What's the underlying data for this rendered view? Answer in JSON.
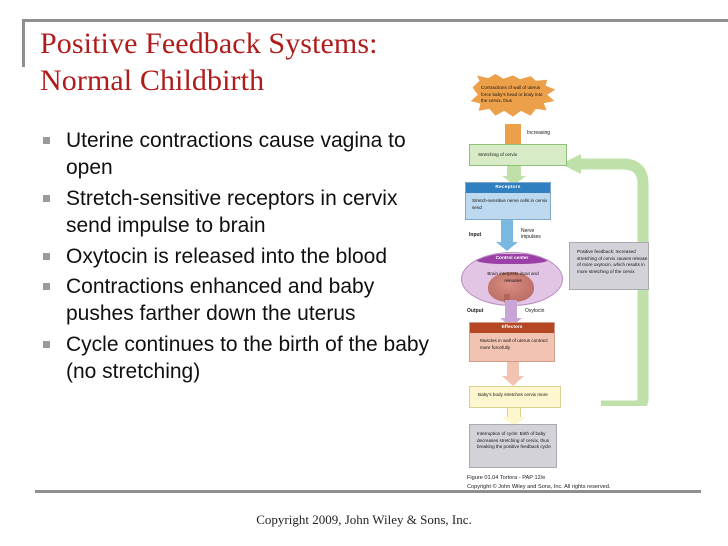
{
  "slide": {
    "title": "Positive Feedback Systems: Normal Childbirth",
    "bullets": [
      "Uterine contractions cause vagina to open",
      "Stretch-sensitive receptors in cervix send impulse to brain",
      "Oxytocin is released into the blood",
      "Contractions enhanced and baby pushes farther down the uterus",
      "Cycle continues to the birth of the baby (no stretching)"
    ],
    "footer": "Copyright 2009, John Wiley & Sons, Inc."
  },
  "colors": {
    "title": "#b01c1c",
    "rule": "#8f8f8f",
    "bullet_marker": "#9a9a9a",
    "burst": "#eda04a",
    "green_box": "#d7ecc6",
    "green_loop": "#bfe0a8",
    "receptor_header": "#2f7fc1",
    "receptor_body": "#bcd9ef",
    "control_header": "#9a3fa6",
    "control_body": "#e2c4e4",
    "effector_header": "#b54724",
    "effector_body": "#f2c3b0",
    "yellow_box": "#fdf6cf",
    "gray_box": "#d2d2d8"
  },
  "diagram": {
    "stimulus_burst": "Contractions of wall of uterus force baby's head or body into the cervix, thus",
    "increasing_label": "Increasing",
    "stretching_box": "Stretching of cervix",
    "receptors": {
      "header": "Receptors",
      "body": "Stretch-sensitive nerve cells in cervix send"
    },
    "input_label": "Input",
    "nerve_impulses_label": "Nerve impulses",
    "control_center": {
      "header": "Control center",
      "body": "Brain interprets input and releases"
    },
    "output_label": "Output",
    "oxytocin_label": "Oxytocin",
    "effectors": {
      "header": "Effectors",
      "body": "Muscles in wall of uterus contract more forcefully"
    },
    "baby_box": "Baby's body stretches cervix more",
    "positive_feedback_note": "Positive feedback: Increased stretching of cervix causes release of more oxytocin, which results in more stretching of the cervix",
    "interruption_box": "Interruption of cycle: Birth of baby decreases stretching of cervix, thus breaking the positive feedback cycle",
    "caption_line1": "Figure 01.04  Tortora - PAP 12/e",
    "caption_line2": "Copyright © John Wiley and Sons, Inc. All rights reserved."
  }
}
